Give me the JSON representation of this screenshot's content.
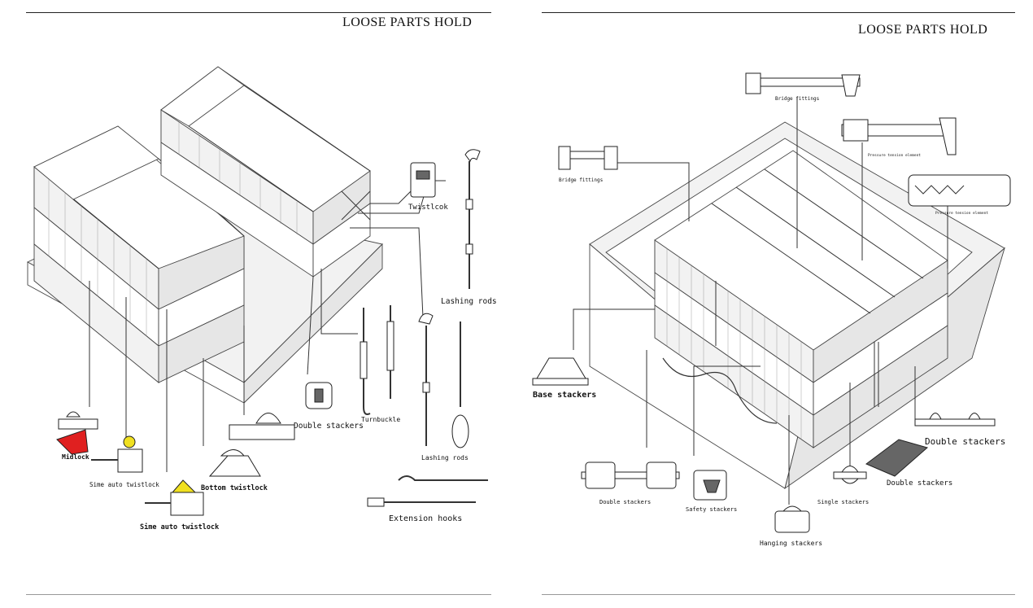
{
  "pages": [
    {
      "title": "LOOSE PARTS HOLD",
      "labels": {
        "twistlock": "Twistlcok",
        "lashing_rods_top": "Lashing rods",
        "double_stackers": "Double stackers",
        "turnbuckle": "Turnbuckle",
        "lashing_rods_bottom": "Lashing rods",
        "midlock": "Midlock",
        "sime_auto_twistlock_1": "Sime auto twistlock",
        "bottom_twistlock": "Bottom twistlock",
        "sime_auto_twistlock_2": "Sime auto twistlock",
        "extension_hooks": "Extension hooks"
      }
    },
    {
      "title": "LOOSE PARTS HOLD",
      "labels": {
        "bridge_fittings_top": "Bridge fittings",
        "bridge_fittings_left": "Bridge fittings",
        "pressure_tension_1": "Pressure tension element",
        "pressure_tension_2": "Pressure tension element",
        "base_stackers": "Base stackers",
        "double_stackers_1": "Double stackers",
        "double_stackers_2": "Double stackers",
        "double_stackers_3": "Double stackers",
        "safety_stackers": "Safety stackers",
        "single_stackers": "Single stackers",
        "hanging_stackers": "Hanging stackers"
      }
    }
  ],
  "colors": {
    "midlock": "#e02020",
    "sime_twistlock_accent": "#f0e020",
    "line": "#333333"
  }
}
